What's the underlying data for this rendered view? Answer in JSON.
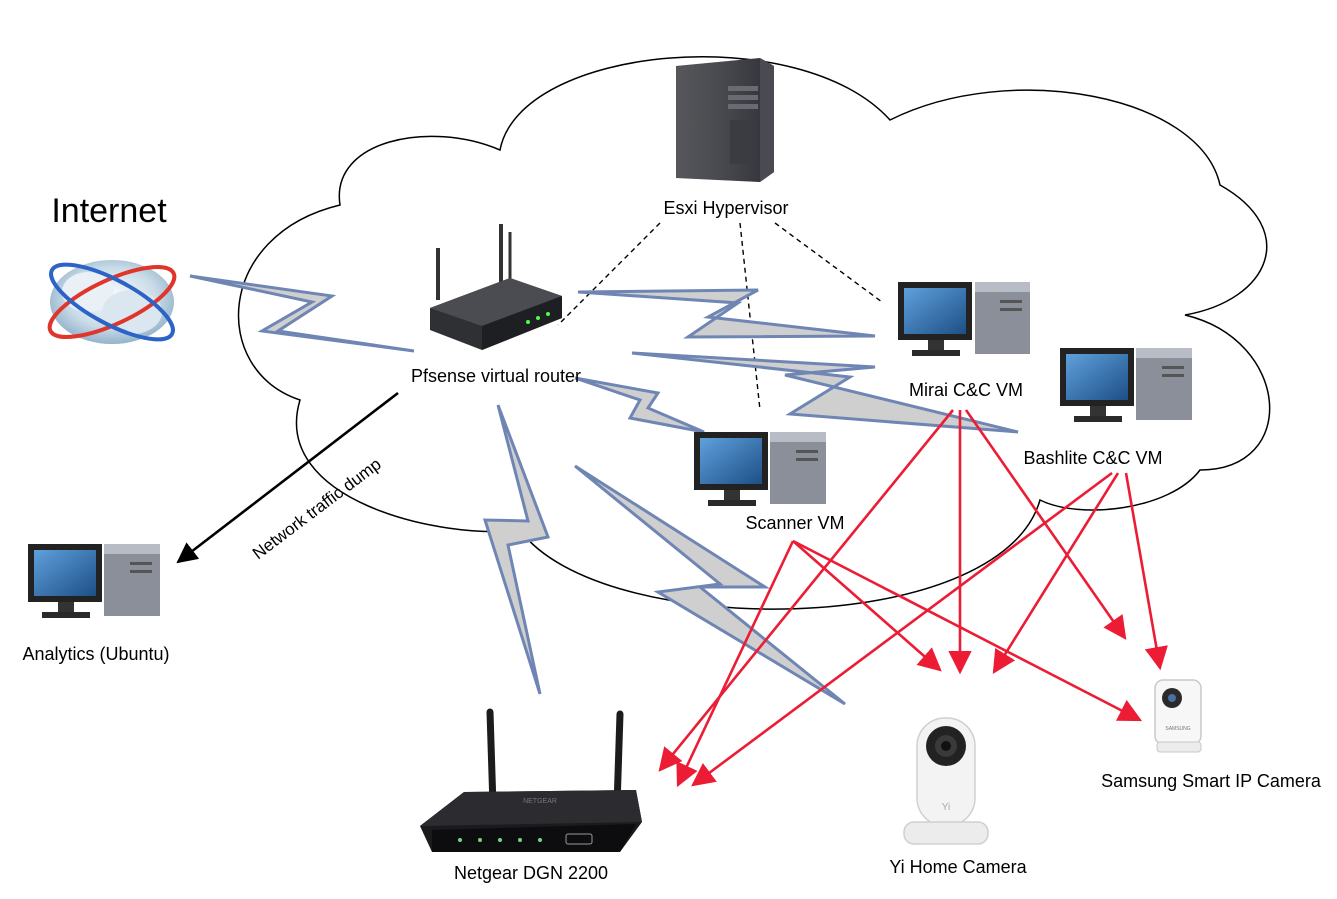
{
  "nodes": {
    "internet": {
      "title": "Internet"
    },
    "hypervisor": {
      "label": "Esxi Hypervisor"
    },
    "router": {
      "label": "Pfsense virtual router"
    },
    "mirai": {
      "label": "Mirai C&C VM"
    },
    "bashlite": {
      "label": "Bashlite C&C VM"
    },
    "scanner": {
      "label": "Scanner VM"
    },
    "analytics": {
      "label": "Analytics (Ubuntu)"
    },
    "netgear": {
      "label": "Netgear DGN 2200",
      "brand": "NETGEAR"
    },
    "yi_camera": {
      "label": "Yi Home Camera",
      "logo": "Yi"
    },
    "samsung_camera": {
      "label": "Samsung Smart IP Camera",
      "brand": "SAMSUNG"
    }
  },
  "edges": {
    "traffic_dump": {
      "label": "Network traffic dump"
    }
  },
  "colors": {
    "attack_arrow": "#ec1c35",
    "wireless_fill": "#cfcfcf",
    "wireless_stroke": "#6f86b5",
    "monitor_screen": "#2f6fb0"
  }
}
